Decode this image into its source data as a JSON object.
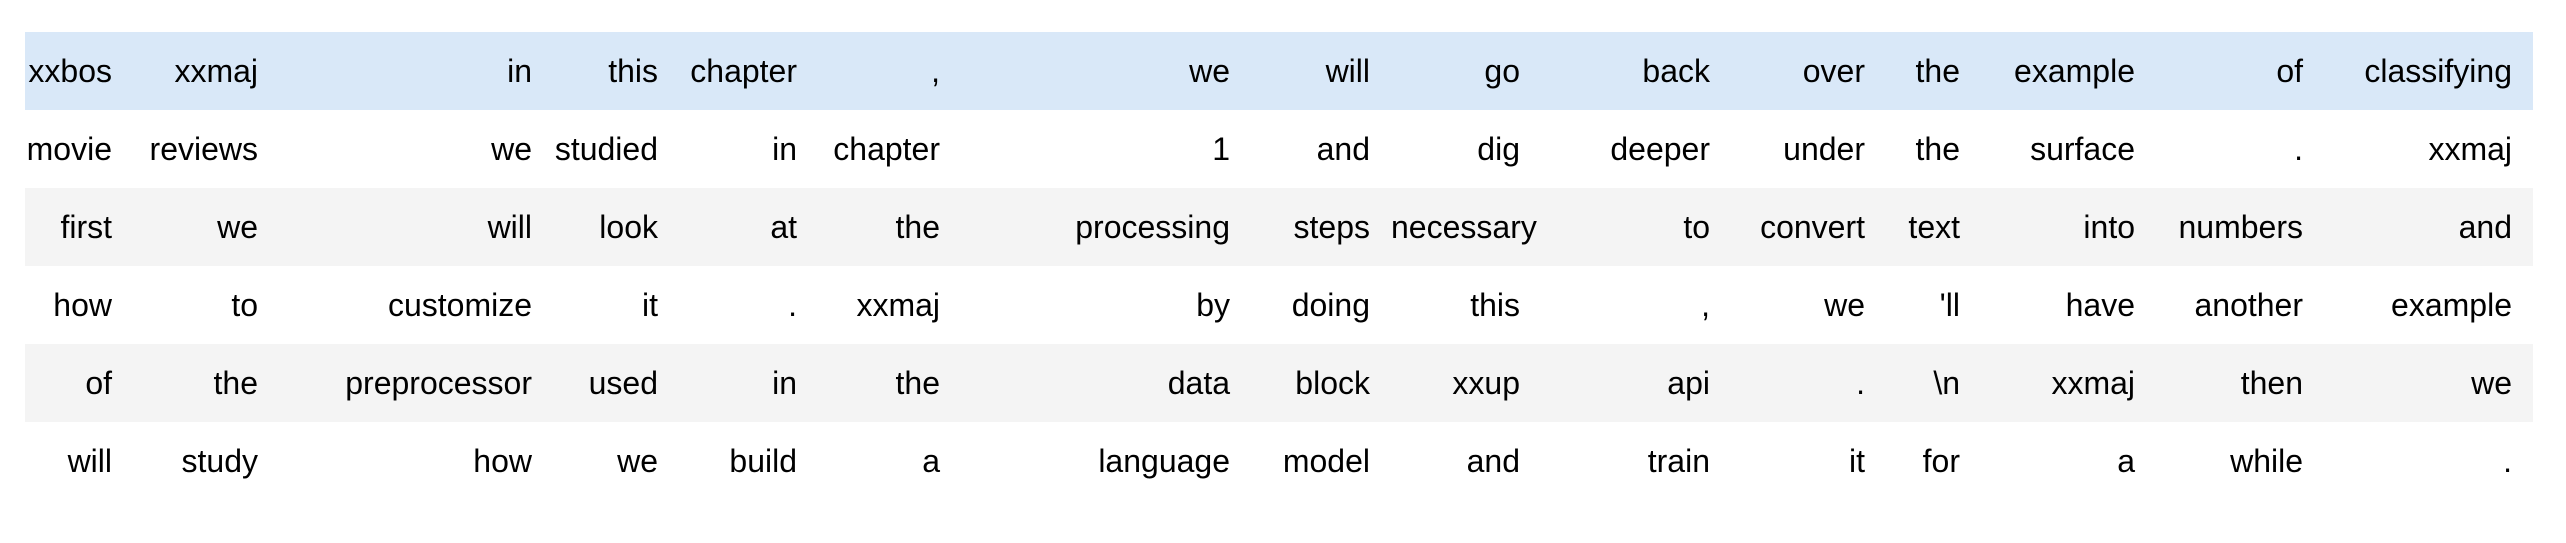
{
  "table": {
    "rows": [
      [
        "xxbos",
        "xxmaj",
        "in",
        "this",
        "chapter",
        ",",
        "we",
        "will",
        "go",
        "back",
        "over",
        "the",
        "example",
        "of",
        "classifying"
      ],
      [
        "movie",
        "reviews",
        "we",
        "studied",
        "in",
        "chapter",
        "1",
        "and",
        "dig",
        "deeper",
        "under",
        "the",
        "surface",
        ".",
        "xxmaj"
      ],
      [
        "first",
        "we",
        "will",
        "look",
        "at",
        "the",
        "processing",
        "steps",
        "necessary",
        "to",
        "convert",
        "text",
        "into",
        "numbers",
        "and"
      ],
      [
        "how",
        "to",
        "customize",
        "it",
        ".",
        "xxmaj",
        "by",
        "doing",
        "this",
        ",",
        "we",
        "'ll",
        "have",
        "another",
        "example"
      ],
      [
        "of",
        "the",
        "preprocessor",
        "used",
        "in",
        "the",
        "data",
        "block",
        "xxup",
        "api",
        ".",
        "\\n",
        "xxmaj",
        "then",
        "we"
      ],
      [
        "will",
        "study",
        "how",
        "we",
        "build",
        "a",
        "language",
        "model",
        "and",
        "train",
        "it",
        "for",
        "a",
        "while",
        "."
      ]
    ],
    "highlighted_row_index": 0
  },
  "colors": {
    "highlight_row": "#d9e8f8",
    "stripe_row": "#f4f4f4",
    "background": "#ffffff",
    "text": "#000000"
  }
}
